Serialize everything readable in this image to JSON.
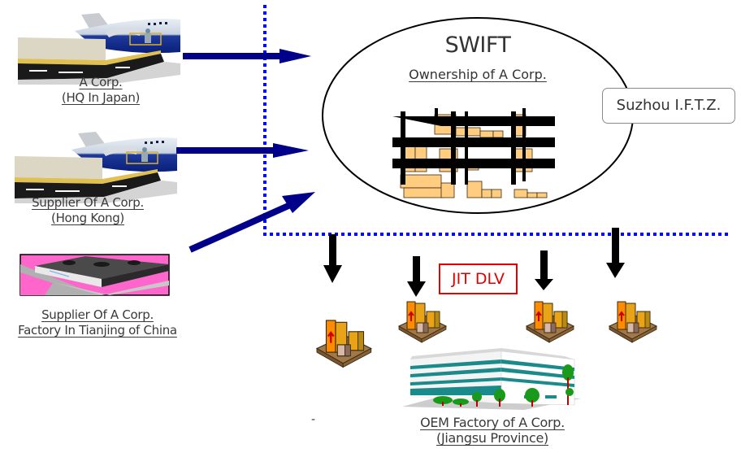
{
  "diagram": {
    "sources": [
      {
        "id": "a-corp",
        "icon": "cargo-plane-icon",
        "lines": [
          "A Corp.",
          "(HQ In Japan)"
        ]
      },
      {
        "id": "supplier-hk",
        "icon": "cargo-plane-icon",
        "lines": [
          "Supplier Of A Corp.",
          "(Hong Kong)"
        ]
      },
      {
        "id": "supplier-tianjin",
        "icon": "factory-building-icon",
        "lines": [
          "Supplier Of A Corp.",
          "Factory In Tianjing of China"
        ]
      }
    ],
    "hub": {
      "title": "SWIFT",
      "subtitle": "Ownership of A Corp.",
      "icon": "warehouse-racks-icon"
    },
    "zone_label": "Suzhou I.F.T.Z.",
    "delivery_label": "JIT DLV",
    "destination": {
      "icon": "office-building-icon",
      "lines": [
        "OEM Factory of A Corp.",
        "(Jiangsu Province)"
      ]
    },
    "stray_mark": "-",
    "colors": {
      "inbound_arrow": "#00008b",
      "zone_border": "#0000ff",
      "delivery_arrow": "#000000",
      "delivery_label": "#e00000",
      "pallet_box": "#e8a317",
      "rack_box": "#ffcc80"
    }
  }
}
